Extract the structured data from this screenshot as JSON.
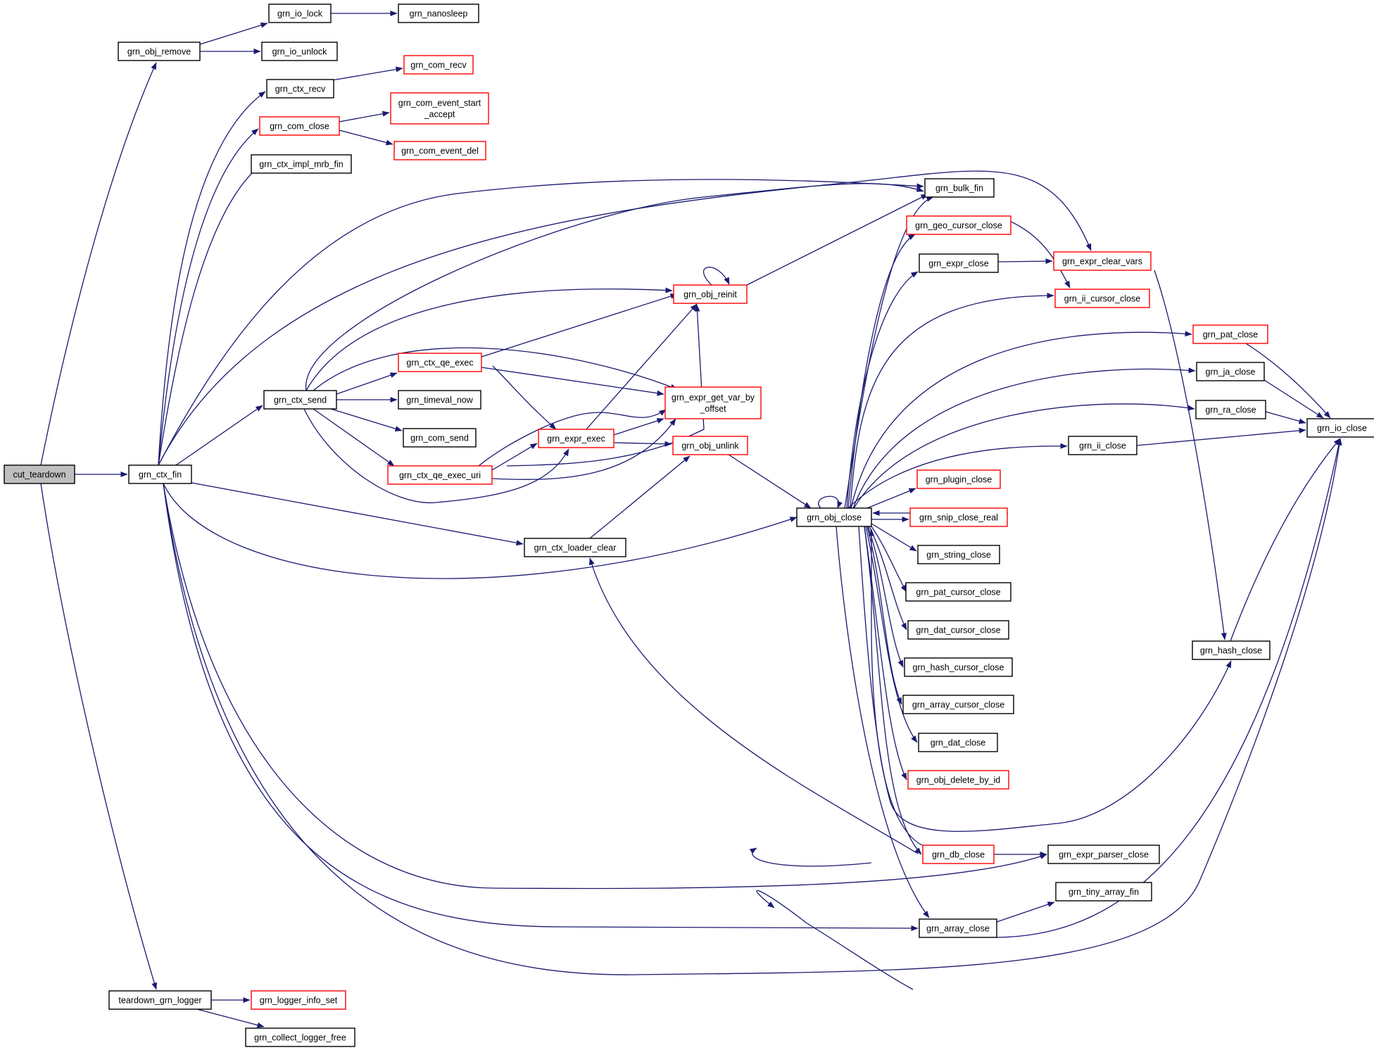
{
  "graph": {
    "edge_color": "#191970",
    "normal_border": "#000000",
    "truncated_border": "#ff0000",
    "root_fill": "#bfbfbf",
    "nodes": [
      {
        "id": "cut_teardown",
        "lines": [
          "cut_teardown"
        ],
        "style": "root"
      },
      {
        "id": "grn_obj_remove",
        "lines": [
          "grn_obj_remove"
        ],
        "style": "black"
      },
      {
        "id": "grn_ctx_fin",
        "lines": [
          "grn_ctx_fin"
        ],
        "style": "black"
      },
      {
        "id": "teardown_grn_logger",
        "lines": [
          "teardown_grn_logger"
        ],
        "style": "black"
      },
      {
        "id": "grn_io_lock",
        "lines": [
          "grn_io_lock"
        ],
        "style": "black"
      },
      {
        "id": "grn_io_unlock",
        "lines": [
          "grn_io_unlock"
        ],
        "style": "black"
      },
      {
        "id": "grn_nanosleep",
        "lines": [
          "grn_nanosleep"
        ],
        "style": "black"
      },
      {
        "id": "grn_ctx_recv",
        "lines": [
          "grn_ctx_recv"
        ],
        "style": "black"
      },
      {
        "id": "grn_com_recv",
        "lines": [
          "grn_com_recv"
        ],
        "style": "red"
      },
      {
        "id": "grn_com_close",
        "lines": [
          "grn_com_close"
        ],
        "style": "red"
      },
      {
        "id": "grn_com_event_start_accept",
        "lines": [
          "grn_com_event_start",
          "_accept"
        ],
        "style": "red"
      },
      {
        "id": "grn_com_event_del",
        "lines": [
          "grn_com_event_del"
        ],
        "style": "red"
      },
      {
        "id": "grn_ctx_impl_mrb_fin",
        "lines": [
          "grn_ctx_impl_mrb_fin"
        ],
        "style": "black"
      },
      {
        "id": "grn_ctx_send",
        "lines": [
          "grn_ctx_send"
        ],
        "style": "black"
      },
      {
        "id": "grn_ctx_qe_exec",
        "lines": [
          "grn_ctx_qe_exec"
        ],
        "style": "red"
      },
      {
        "id": "grn_timeval_now",
        "lines": [
          "grn_timeval_now"
        ],
        "style": "black"
      },
      {
        "id": "grn_com_send",
        "lines": [
          "grn_com_send"
        ],
        "style": "black"
      },
      {
        "id": "grn_ctx_qe_exec_uri",
        "lines": [
          "grn_ctx_qe_exec_uri"
        ],
        "style": "red"
      },
      {
        "id": "grn_expr_exec",
        "lines": [
          "grn_expr_exec"
        ],
        "style": "red"
      },
      {
        "id": "grn_obj_reinit",
        "lines": [
          "grn_obj_reinit"
        ],
        "style": "red"
      },
      {
        "id": "grn_expr_get_var_by_offset",
        "lines": [
          "grn_expr_get_var_by",
          "_offset"
        ],
        "style": "red"
      },
      {
        "id": "grn_obj_unlink",
        "lines": [
          "grn_obj_unlink"
        ],
        "style": "red"
      },
      {
        "id": "grn_ctx_loader_clear",
        "lines": [
          "grn_ctx_loader_clear"
        ],
        "style": "black"
      },
      {
        "id": "grn_obj_close",
        "lines": [
          "grn_obj_close"
        ],
        "style": "black"
      },
      {
        "id": "grn_bulk_fin",
        "lines": [
          "grn_bulk_fin"
        ],
        "style": "black"
      },
      {
        "id": "grn_geo_cursor_close",
        "lines": [
          "grn_geo_cursor_close"
        ],
        "style": "red"
      },
      {
        "id": "grn_expr_close",
        "lines": [
          "grn_expr_close"
        ],
        "style": "black"
      },
      {
        "id": "grn_expr_clear_vars",
        "lines": [
          "grn_expr_clear_vars"
        ],
        "style": "red"
      },
      {
        "id": "grn_ii_cursor_close",
        "lines": [
          "grn_ii_cursor_close"
        ],
        "style": "red"
      },
      {
        "id": "grn_pat_close",
        "lines": [
          "grn_pat_close"
        ],
        "style": "red"
      },
      {
        "id": "grn_ja_close",
        "lines": [
          "grn_ja_close"
        ],
        "style": "black"
      },
      {
        "id": "grn_ra_close",
        "lines": [
          "grn_ra_close"
        ],
        "style": "black"
      },
      {
        "id": "grn_ii_close",
        "lines": [
          "grn_ii_close"
        ],
        "style": "black"
      },
      {
        "id": "grn_io_close",
        "lines": [
          "grn_io_close"
        ],
        "style": "black"
      },
      {
        "id": "grn_plugin_close",
        "lines": [
          "grn_plugin_close"
        ],
        "style": "red"
      },
      {
        "id": "grn_snip_close_real",
        "lines": [
          "grn_snip_close_real"
        ],
        "style": "red"
      },
      {
        "id": "grn_string_close",
        "lines": [
          "grn_string_close"
        ],
        "style": "black"
      },
      {
        "id": "grn_pat_cursor_close",
        "lines": [
          "grn_pat_cursor_close"
        ],
        "style": "black"
      },
      {
        "id": "grn_dat_cursor_close",
        "lines": [
          "grn_dat_cursor_close"
        ],
        "style": "black"
      },
      {
        "id": "grn_hash_cursor_close",
        "lines": [
          "grn_hash_cursor_close"
        ],
        "style": "black"
      },
      {
        "id": "grn_array_cursor_close",
        "lines": [
          "grn_array_cursor_close"
        ],
        "style": "black"
      },
      {
        "id": "grn_dat_close",
        "lines": [
          "grn_dat_close"
        ],
        "style": "black"
      },
      {
        "id": "grn_obj_delete_by_id",
        "lines": [
          "grn_obj_delete_by_id"
        ],
        "style": "red"
      },
      {
        "id": "grn_hash_close",
        "lines": [
          "grn_hash_close"
        ],
        "style": "black"
      },
      {
        "id": "grn_db_close",
        "lines": [
          "grn_db_close"
        ],
        "style": "red"
      },
      {
        "id": "grn_expr_parser_close",
        "lines": [
          "grn_expr_parser_close"
        ],
        "style": "black"
      },
      {
        "id": "grn_tiny_array_fin",
        "lines": [
          "grn_tiny_array_fin"
        ],
        "style": "black"
      },
      {
        "id": "grn_array_close",
        "lines": [
          "grn_array_close"
        ],
        "style": "black"
      },
      {
        "id": "grn_logger_info_set",
        "lines": [
          "grn_logger_info_set"
        ],
        "style": "red"
      },
      {
        "id": "grn_collect_logger_free",
        "lines": [
          "grn_collect_logger_free"
        ],
        "style": "black"
      }
    ]
  }
}
